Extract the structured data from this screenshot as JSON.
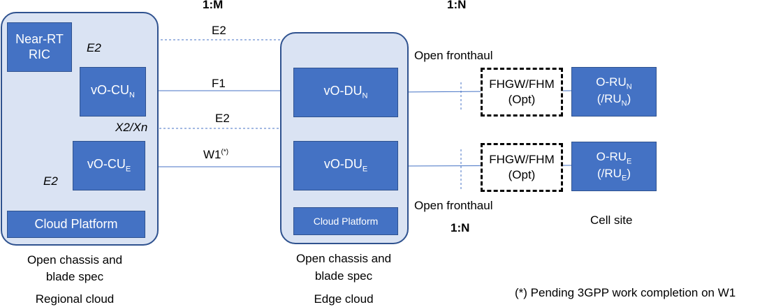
{
  "ratios": {
    "top_left": "1:M",
    "top_right": "1:N",
    "bottom": "1:N"
  },
  "regional_cloud": {
    "near_rt_ric": "Near-RT RIC",
    "vo_cu_n": {
      "main": "vO-CU",
      "sub": "N"
    },
    "vo_cu_e": {
      "main": "vO-CU",
      "sub": "E"
    },
    "cloud_platform": "Cloud Platform",
    "spec_line1": "Open chassis and",
    "spec_line2": "blade spec",
    "name": "Regional cloud"
  },
  "edge_cloud": {
    "vo_du_n": {
      "main": "vO-DU",
      "sub": "N"
    },
    "vo_du_e": {
      "main": "vO-DU",
      "sub": "E"
    },
    "cloud_platform": "Cloud Platform",
    "spec_line1": "Open chassis and",
    "spec_line2": "blade spec",
    "name": "Edge cloud"
  },
  "interfaces": {
    "e2_top": "E2",
    "e2_ric_inner": "E2",
    "f1": "F1",
    "x2xn": "X2/Xn",
    "e2_mid": "E2",
    "w1": "W1",
    "w1_sup": "(*)",
    "e2_bottom": "E2"
  },
  "fronthaul": {
    "top": "Open fronthaul",
    "bottom": "Open fronthaul",
    "fhgw_label": "FHGW/FHM",
    "fhgw_opt": "(Opt)"
  },
  "radio_units": {
    "o_ru_n": {
      "main": "O-RU",
      "sub": "N",
      "alt_main": "(/RU",
      "alt_sub": "N",
      "alt_end": ")"
    },
    "o_ru_e": {
      "main": "O-RU",
      "sub": "E",
      "alt_main": "(/RU",
      "alt_sub": "E",
      "alt_end": ")"
    }
  },
  "cell_site": "Cell site",
  "footnote": "(*) Pending 3GPP work completion on W1",
  "colors": {
    "box_fill": "#4472c4",
    "cloud_fill": "#dae3f3",
    "cloud_border": "#2f528f",
    "line": "#4472c4"
  }
}
